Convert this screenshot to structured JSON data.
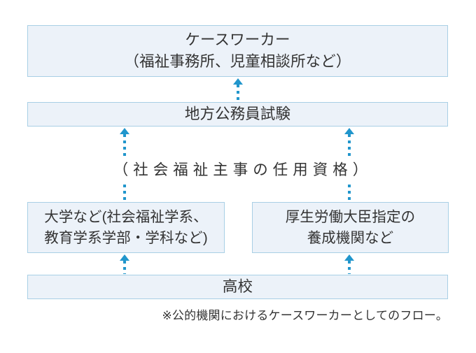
{
  "diagram": {
    "type": "flowchart",
    "direction": "bottom-to-top",
    "colors": {
      "box_fill": "#ecf2f9",
      "box_border": "#a8cfe5",
      "arrow": "#2196cc",
      "text": "#333333",
      "background": "#ffffff"
    },
    "nodes": [
      {
        "id": "caseworker",
        "label": "ケースワーカー\n（福祉事務所、児童相談所など）",
        "level": 5
      },
      {
        "id": "exam",
        "label": "地方公務員試験",
        "level": 4
      },
      {
        "id": "university",
        "label": "大学など(社会福祉学系、\n教育学系学部・学科など)",
        "level": 2
      },
      {
        "id": "training",
        "label": "厚生労働大臣指定の\n養成機関など",
        "level": 2
      },
      {
        "id": "highschool",
        "label": "高校",
        "level": 1
      }
    ],
    "edges": [
      {
        "id": "exam-to-caseworker",
        "from": "exam",
        "to": "caseworker",
        "style": "dotted-arrow"
      },
      {
        "id": "university-to-exam",
        "from": "university",
        "to": "exam",
        "style": "dotted-arrow"
      },
      {
        "id": "training-to-exam",
        "from": "training",
        "to": "exam",
        "style": "dotted-arrow"
      },
      {
        "id": "highschool-to-university",
        "from": "highschool",
        "to": "university",
        "style": "dotted-arrow"
      },
      {
        "id": "highschool-to-training",
        "from": "highschool",
        "to": "training",
        "style": "dotted-arrow"
      }
    ],
    "qualification_caption": "（社会福祉主事の任用資格）",
    "footnote": "※公的機関におけるケースワーカーとしてのフロー。"
  }
}
